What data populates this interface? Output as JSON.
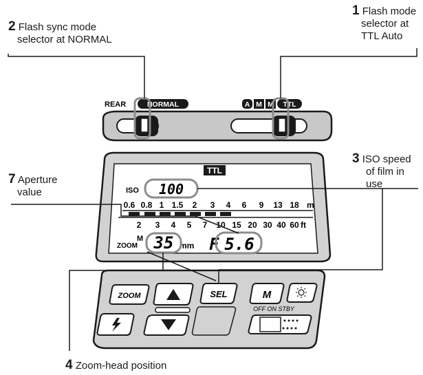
{
  "callouts": {
    "c1": {
      "num": "1",
      "line1": "Flash mode",
      "line2": "selector at",
      "line3": "TTL Auto"
    },
    "c2": {
      "num": "2",
      "line1": "Flash sync mode",
      "line2": "selector at NORMAL"
    },
    "c3": {
      "num": "3",
      "line1": "ISO speed",
      "line2": "of film in",
      "line3": "use"
    },
    "c4": {
      "num": "4",
      "line1": "Zoom-head position"
    },
    "c7": {
      "num": "7",
      "line1": "Aperture",
      "line2": "value"
    }
  },
  "selectors": {
    "sync_left": "REAR",
    "sync_right": "NORMAL",
    "mode_a": "A",
    "mode_m": "M",
    "mode_manual": "M",
    "mode_ttl": "TTL"
  },
  "lcd": {
    "mode": "TTL",
    "iso_label": "ISO",
    "iso_value": "100",
    "meters_label": "m",
    "meters": [
      "0.6",
      "0.8",
      "1",
      "1.5",
      "2",
      "3",
      "4",
      "6",
      "9",
      "13",
      "18"
    ],
    "feet_label": "ft",
    "feet": [
      "2",
      "3",
      "4",
      "5",
      "7",
      "10",
      "15",
      "20",
      "30",
      "40",
      "60"
    ],
    "zoom_label": "ZOOM",
    "zoom_mode": "M",
    "zoom_value": "35",
    "zoom_unit": "mm",
    "aperture_prefix": "F",
    "aperture_value": "5.6"
  },
  "buttons": {
    "zoom": "ZOOM",
    "sel": "SEL",
    "m": "M",
    "switch_label": "OFF ON STBY"
  },
  "colors": {
    "highlight": "#8c8c8c",
    "housing": "#c8c8c8",
    "panel": "#d2d2d2",
    "ink": "#1a1a1a"
  }
}
